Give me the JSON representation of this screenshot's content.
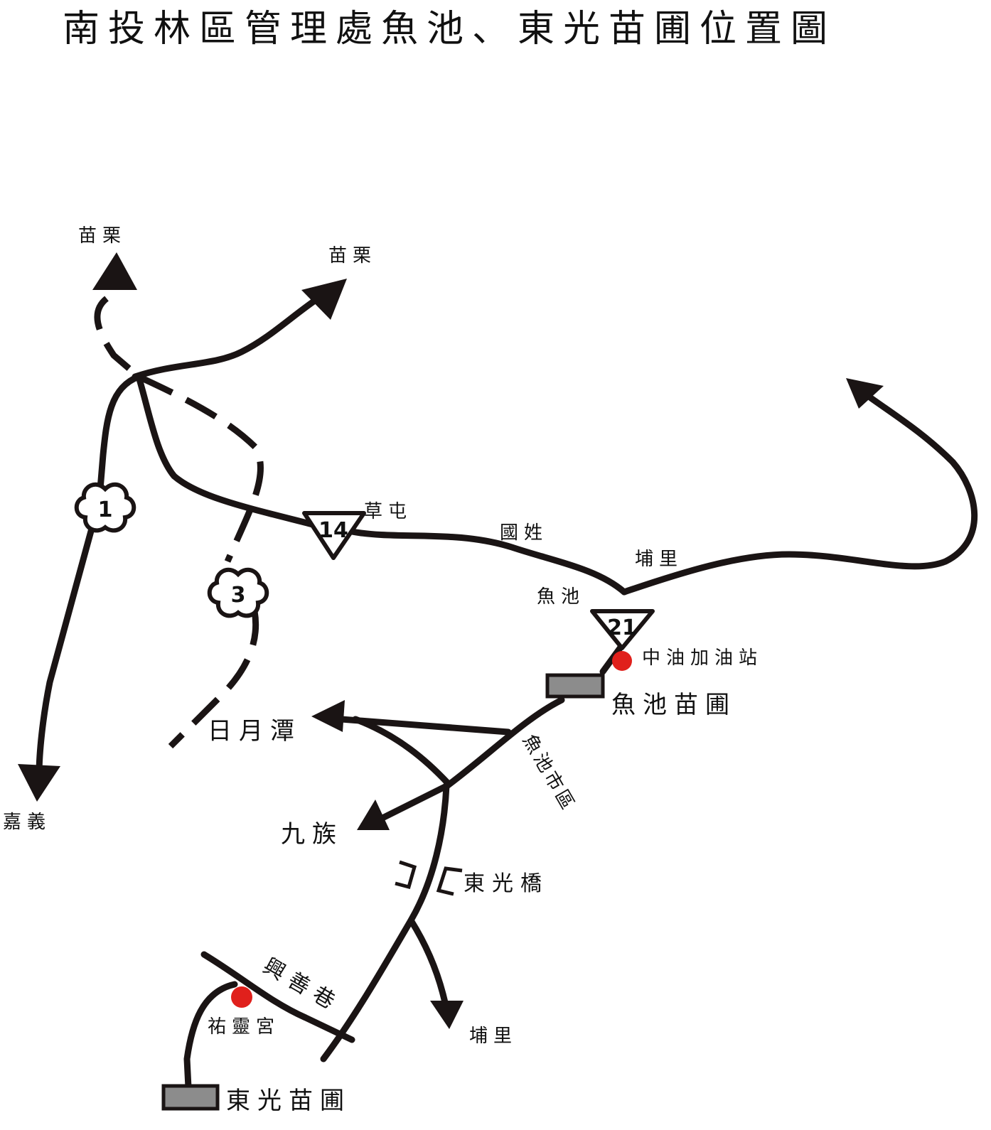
{
  "title": "南投林區管理處魚池、東光苗圃位置圖",
  "places": {
    "miaoli_left": "苗栗",
    "miaoli_right": "苗栗",
    "chiayi": "嘉義",
    "caotun": "草屯",
    "guoxing": "國姓",
    "puli_north": "埔里",
    "yuchi": "魚池",
    "cpc_station": "中油加油站",
    "yuchi_nursery": "魚池苗圃",
    "sun_moon_lake": "日月潭",
    "yuchi_downtown": "魚池市區",
    "jiuzu": "九族",
    "dongguang_bridge": "東光橋",
    "xingshan_lane": "興善巷",
    "youling_temple": "祐靈宮",
    "puli_south": "埔里",
    "dongguang_nursery": "東光苗圃"
  },
  "routes": {
    "r1": "1",
    "r3": "3",
    "r14": "14",
    "r21": "21"
  },
  "colors": {
    "road": "#1a1414",
    "poi": "#e0201c",
    "nursery": "#8c8c8c"
  }
}
